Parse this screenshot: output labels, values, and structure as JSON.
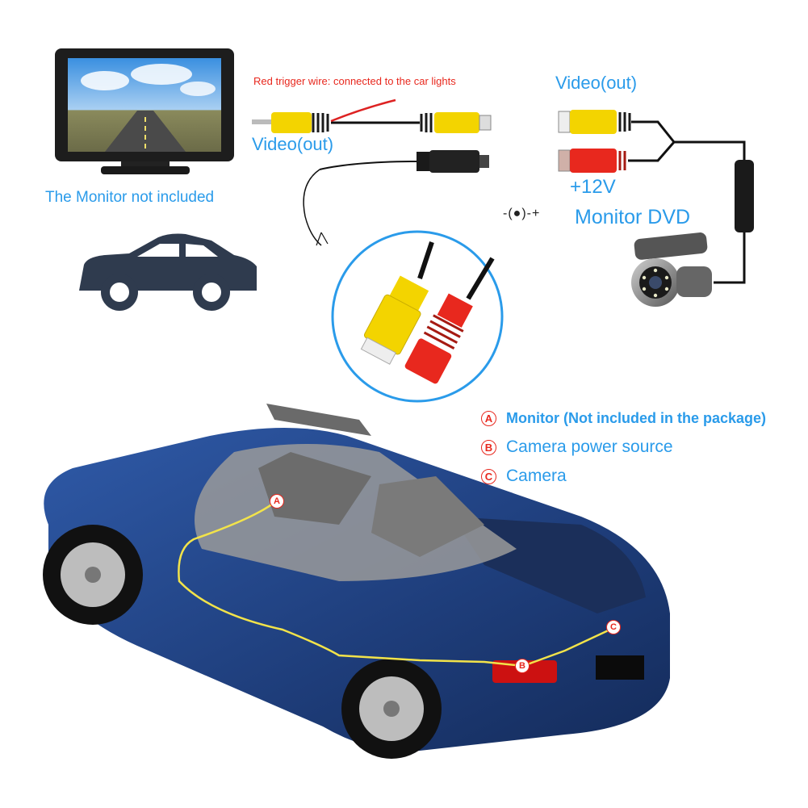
{
  "monitor": {
    "caption": "The Monitor not included"
  },
  "cable_left": {
    "trigger_note": "Red trigger wire: connected to the car lights",
    "video_label": "Video(out)"
  },
  "cable_right": {
    "video_label": "Video(out)",
    "power_label": "+12V",
    "polarity_symbol": "-(●)-+",
    "monitor_dvd_label": "Monitor DVD"
  },
  "legend": [
    {
      "key": "A",
      "text": "Monitor (Not included in the package)"
    },
    {
      "key": "B",
      "text": "Camera power source"
    },
    {
      "key": "C",
      "text": "Camera"
    }
  ],
  "car_markers": {
    "a": "A",
    "b": "B",
    "c": "C"
  },
  "colors": {
    "label_blue": "#2a9bea",
    "marker_red": "#e8281e",
    "rca_yellow": "#f3d400",
    "rca_red": "#e8281e",
    "car_blue": "#1e3d7a",
    "wire_yellow": "#f2e34a"
  }
}
